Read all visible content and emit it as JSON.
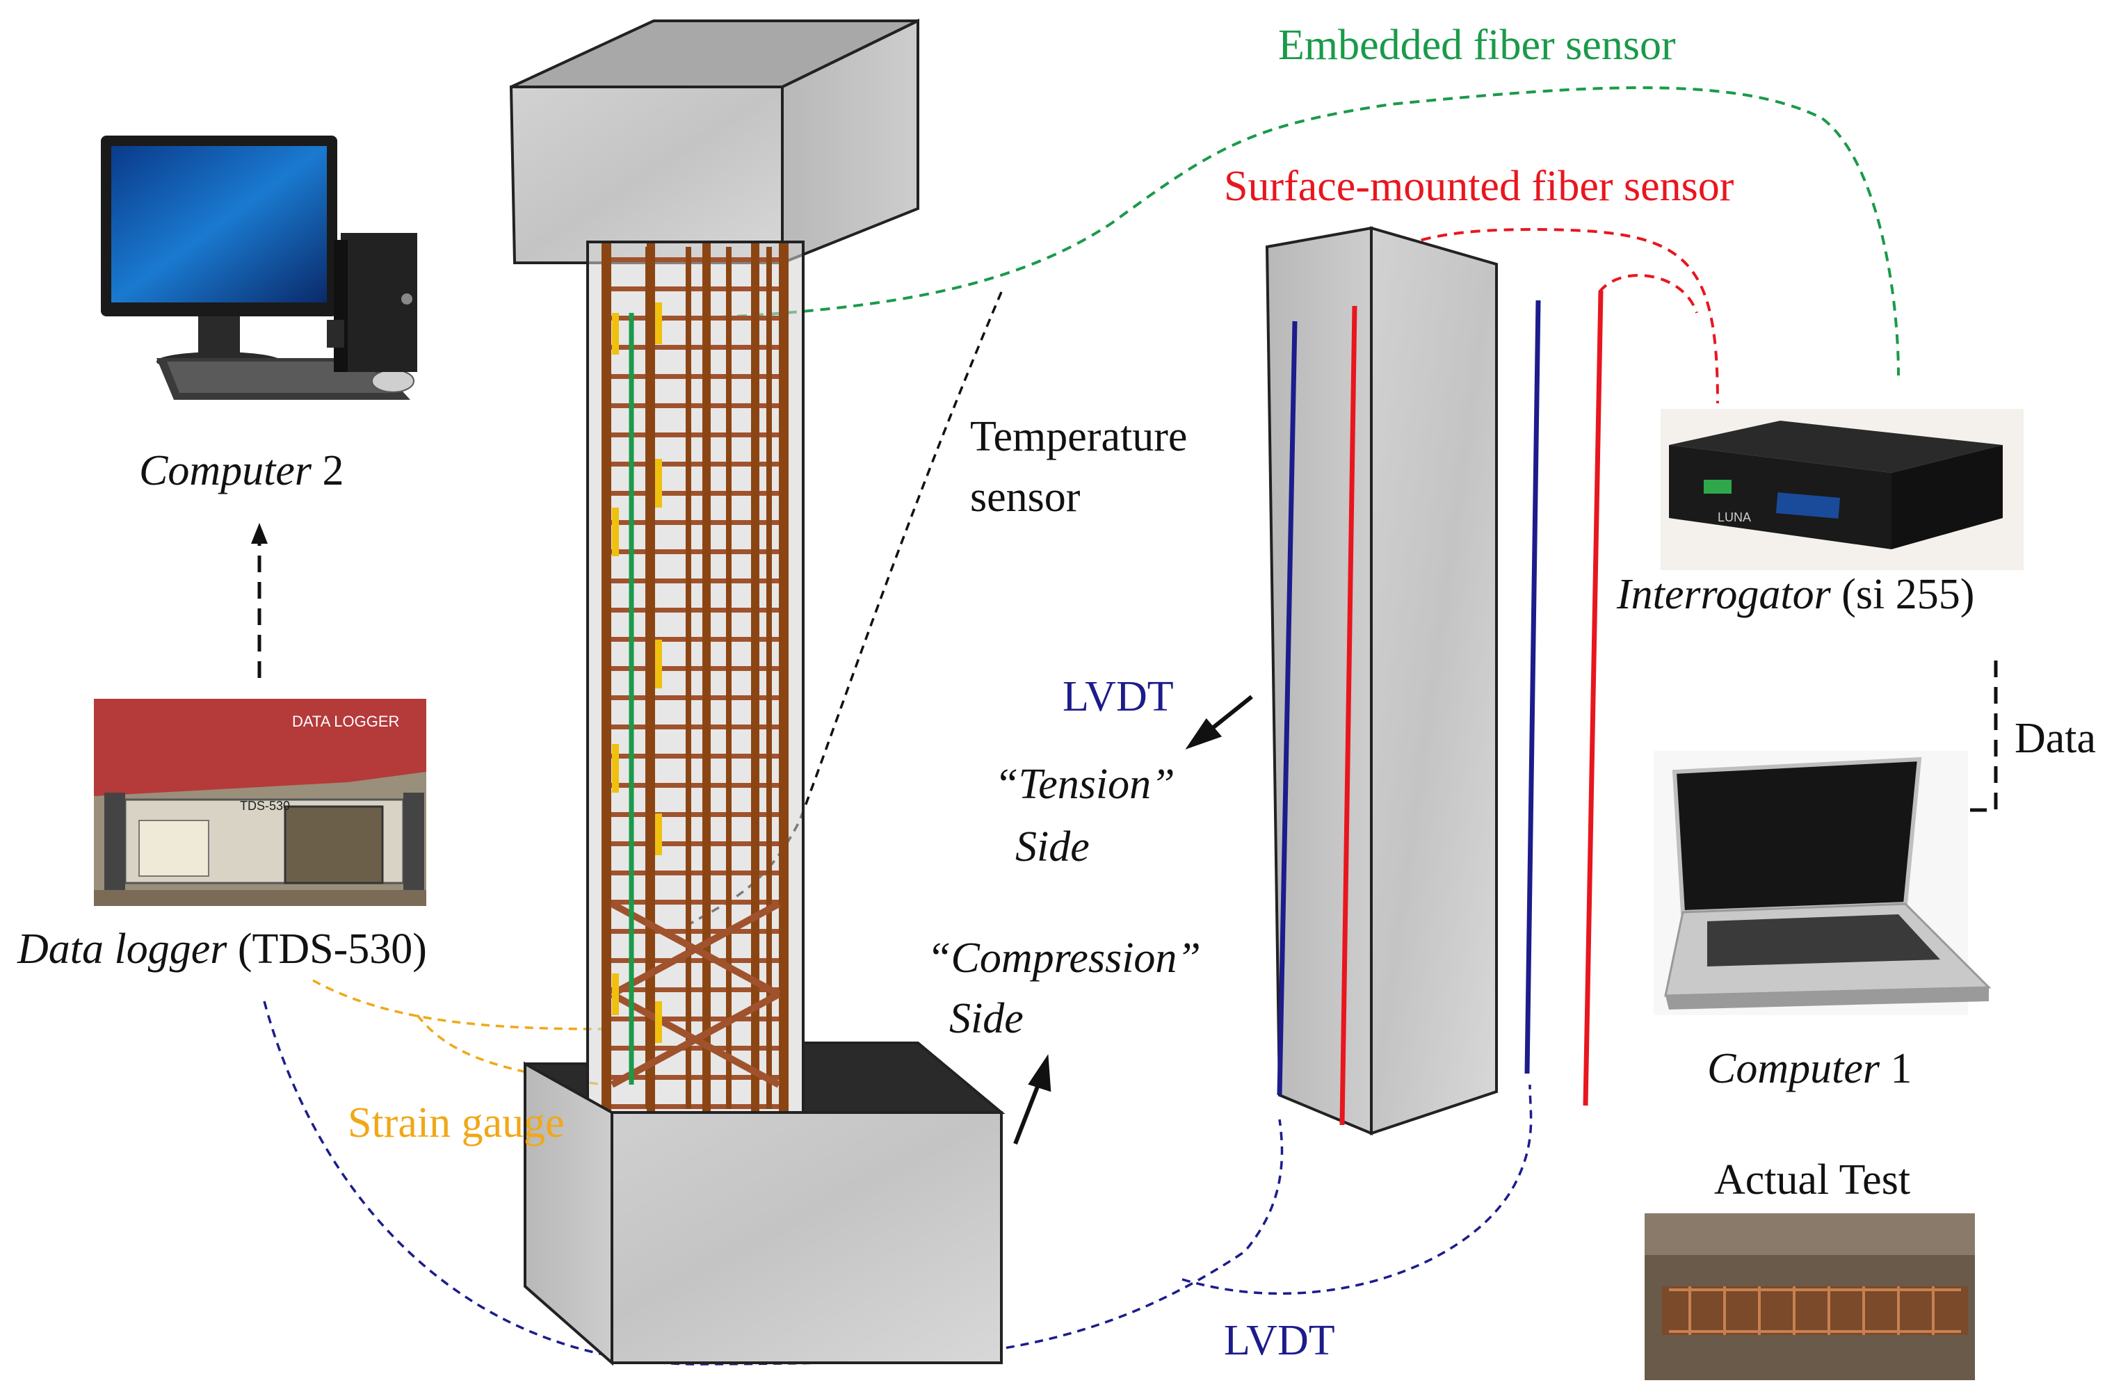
{
  "labels": {
    "embedded_fiber": "Embedded fiber sensor",
    "surface_fiber": "Surface-mounted fiber sensor",
    "temperature_line1": "Temperature",
    "temperature_line2": "sensor",
    "computer2_word": "Computer",
    "computer2_num": " 2",
    "data_logger_word": "Data logger",
    "data_logger_model": " (TDS-530)",
    "strain_gauge": "Strain gauge",
    "lvdt_top": "LVDT",
    "lvdt_bottom": "LVDT",
    "tension_line1": "“Tension”",
    "tension_line2": "Side",
    "compression_line1": "“Compression”",
    "compression_line2": "Side",
    "interrogator_word": "Interrogator",
    "interrogator_model": " (si 255)",
    "data": "Data",
    "computer1_word": "Computer",
    "computer1_num": " 1",
    "actual_test": "Actual Test",
    "logger_face_text": "DATA LOGGER",
    "logger_model_text": "TDS-530",
    "interrogator_brand": "LUNA"
  },
  "colors": {
    "embedded_fiber": "#1a9a4a",
    "surface_fiber": "#e8161e",
    "lvdt": "#1c1c8c",
    "strain_gauge": "#f0a818",
    "rebar": "#a0522d",
    "concrete": "#c9c9c9",
    "outline": "#222222"
  },
  "icons": [
    "desktop-computer-icon",
    "laptop-icon",
    "data-logger-photo",
    "interrogator-device-icon",
    "actual-test-photo"
  ]
}
